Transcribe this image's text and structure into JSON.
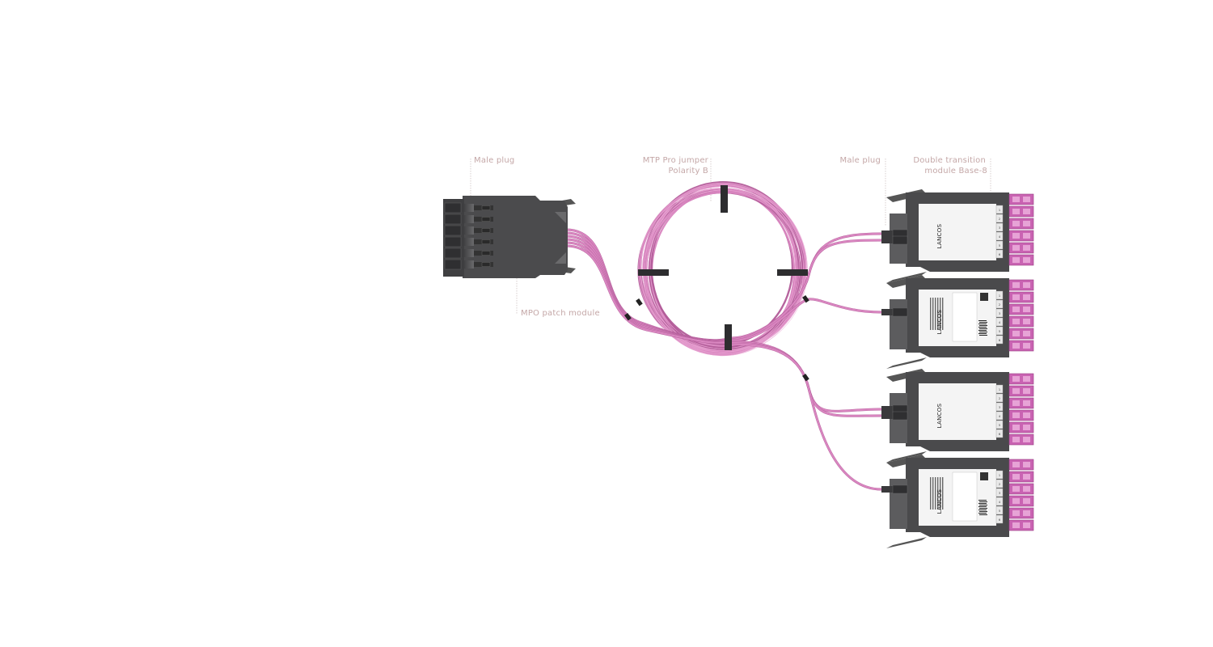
{
  "labels": {
    "left_male_plug": "Male plug",
    "jumper_line1": "MTP Pro jumper",
    "jumper_line2": "Polarity B",
    "right_male_plug": "Male plug",
    "module_line1": "Double transition",
    "module_line2": "module Base-8",
    "patch_module": "MPO patch module"
  },
  "module_label_text": {
    "brand": "LANCOS",
    "port_numbers": [
      "1",
      "2",
      "3",
      "4",
      "5",
      "6"
    ]
  },
  "colors": {
    "fiber": "#d986c0",
    "fiber_dark": "#b25c99",
    "adapter": "#c963b2",
    "housing": "#4a4a4c",
    "housing_light": "#5c5c5e",
    "label": "#f4f4f4",
    "callout_text": "#c4a7a7"
  }
}
